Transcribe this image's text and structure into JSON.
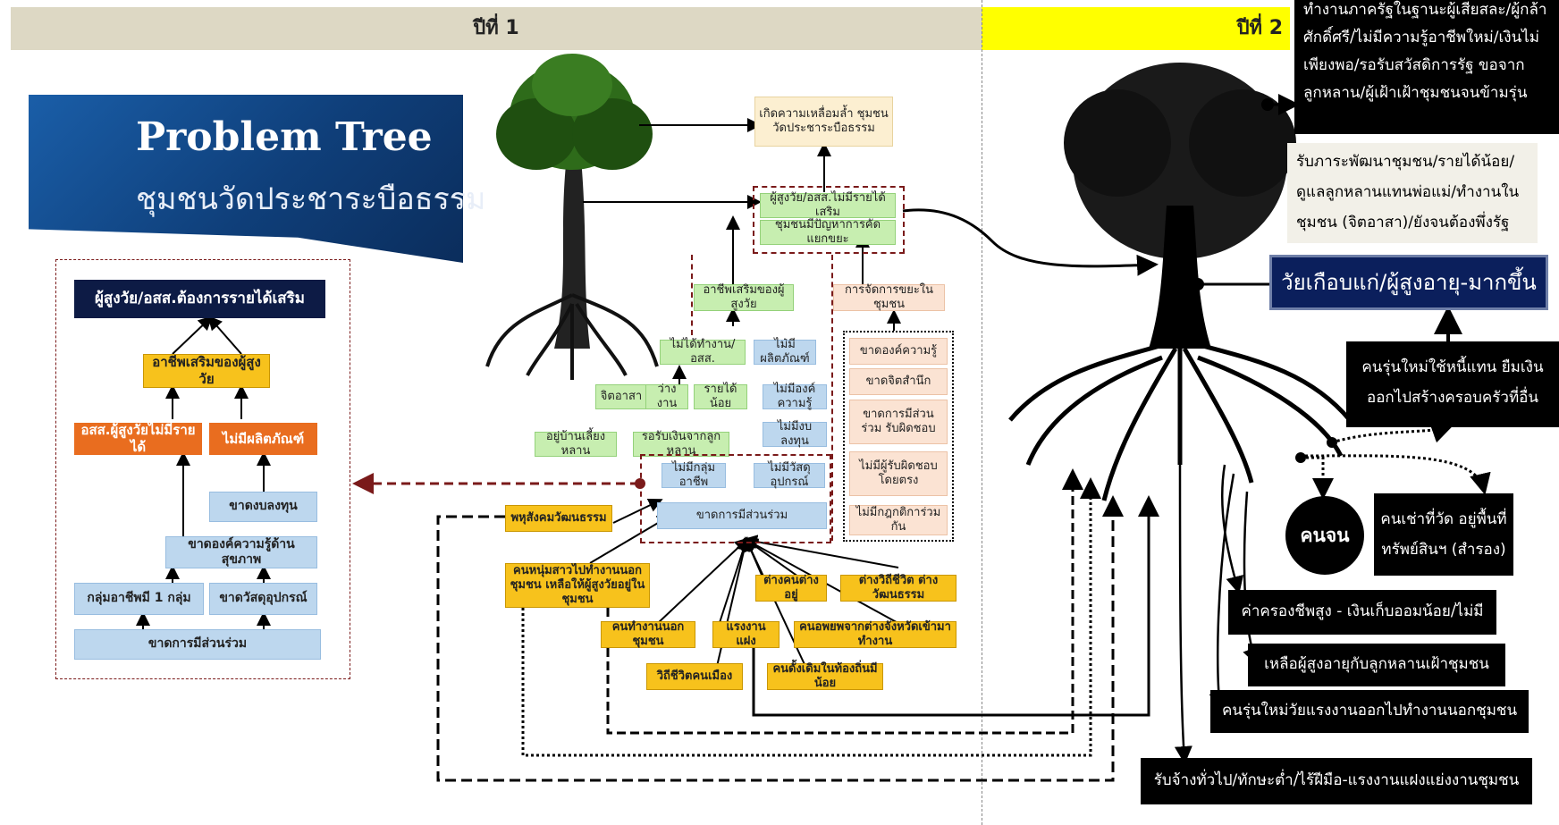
{
  "header": {
    "year1": "ปีที่ 1",
    "year2": "ปีที่ 2"
  },
  "title": {
    "main": "Problem Tree",
    "sub": "ชุมชนวัดประชาระบือธรรม"
  },
  "left_panel": {
    "top": "ผู้สูงวัย/อสส.ต้องการรายได้เสริม",
    "occupation": "อาชีพเสริมของผู้สูงวัย",
    "no_income": "อสส.ผู้สูงวัยไม่มีรายได้",
    "no_products": "ไม่มีผลิตภัณฑ์",
    "no_capital": "ขาดงบลงทุน",
    "no_health_knowledge": "ขาดองค์ความรู้ด้านสุขภาพ",
    "one_group": "กลุ่มอาชีพมี 1 กลุ่ม",
    "no_equipment": "ขาดวัสดุอุปกรณ์",
    "no_participation": "ขาดการมีส่วนร่วม"
  },
  "middle": {
    "inequality": "เกิดความเหลื่อมล้ำ ชุมชนวัดประชาระบือธรรม",
    "elderly_no_income": "ผู้สูงวัย/อสส.ไม่มีรายได้เสริม",
    "waste_problem": "ชุมชนมีปัญหาการคัดแยกขยะ",
    "elderly_occupation": "อาชีพเสริมของผู้สูงวัย",
    "waste_management": "การจัดการขยะในชุมชน",
    "not_working": "ไม่ได้ทำงาน/อสส.",
    "no_product": "ไม่มีผลิตภัณฑ์",
    "volunteer": "จิตอาสา",
    "unemployed": "ว่างงาน",
    "low_income": "รายได้น้อย",
    "no_knowledge": "ไม่มีองค์ความรู้",
    "no_funds": "ไม่มีงบลงทุน",
    "stay_home": "อยู่บ้านเลี้ยงหลาน",
    "wait_money": "รอรับเงินจากลูกหลาน",
    "no_career_group": "ไม่มีกลุ่มอาชีพ",
    "no_material": "ไม่มีวัสดุอุปกรณ์",
    "lack_participation": "ขาดการมีส่วนร่วม",
    "lack_knowledge": "ขาดองค์ความรู้",
    "lack_awareness": "ขาดจิตสำนึก",
    "lack_responsibility": "ขาดการมีส่วนร่วม รับผิดชอบ",
    "no_direct_owner": "ไม่มีผู้รับผิดชอบ โดยตรง",
    "no_rules": "ไม่มีกฎกติการ่วมกัน",
    "diverse_culture": "พหุสังคมวัฒนธรรม",
    "youth_leave": "คนหนุ่มสาวไปทำงานนอกชุมชน เหลือให้ผู้สูงวัยอยู่ในชุมชน",
    "outsiders": "ต่างคนต่างอยู่",
    "different_lifestyle": "ต่างวิถีชีวิต ต่างวัฒนธรรม",
    "work_outside": "คนทำงานนอกชุมชน",
    "labor_compete": "แรงงานแฝง",
    "migrants": "คนอพยพจากต่างจังหวัดเข้ามาทำงาน",
    "urban_life": "วิถีชีวิตคนเมือง",
    "few_locals": "คนดั้งเดิมในท้องถิ่นมีน้อย"
  },
  "right": {
    "top_text": "ทำงานภาครัฐในฐานะผู้เสียสละ/ผู้กล้าศักดิ์ศรี/ไม่มีความรู้อาชีพใหม่/เงินไม่เพียงพอ/รอรับสวัสดิการรัฐ ขอจากลูกหลาน/ผู้เฝ้าเฝ้าชุมชนจนข้ามรุ่น",
    "top_lines": [
      "ทำงานภาครัฐในฐานะผู้เสียสละ/ผู้กล้า",
      "ศักดิ์ศรี/ไม่มีความรู้อาชีพใหม่/เงินไม่",
      "เพียงพอ/รอรับสวัสดิการรัฐ ขอจาก",
      "ลูกหลาน/ผู้เฝ้าเฝ้าชุมชนจนข้ามรุ่น"
    ],
    "burden_lines": [
      "รับภาระพัฒนาชุมชน/รายได้น้อย/",
      "ดูแลลูกหลานแทนพ่อแม่/ทำงานใน",
      "ชุมชน (จิตอาสา)/ยังจนต้องพึ่งรัฐ"
    ],
    "aging": "วัยเกือบแก่/ผู้สูงอายุ-มากขึ้น",
    "young_debt": [
      "คนรุ่นใหม่ใช้หนี้แทน ยืมเงิน",
      "ออกไปสร้างครอบครัวที่อื่น"
    ],
    "poor": "คนจน",
    "renters": [
      "คนเช่าที่วัด อยู่พื้นที่",
      "ทรัพย์สินฯ (สำรอง)"
    ],
    "high_cost": "ค่าครองชีพสูง - เงินเก็บออมน้อย/ไม่มี",
    "elderly_left": "เหลือผู้สูงอายุกับลูกหลานเฝ้าชุมชน",
    "youth_outside": "คนรุ่นใหม่วัยแรงงานออกไปทำงานนอกชุมชน",
    "general_labor": "รับจ้างทั่วไป/ทักษะต่ำ/ไร้ฝีมือ-แรงงานแฝงแย่งงานชุมชน"
  },
  "colors": {
    "navy": "#0d1b45",
    "yellow": "#f7c21c",
    "orange": "#e96d1f",
    "light_blue": "#bdd7ee",
    "light_green": "#c7eeb0",
    "peach": "#fbe3d3",
    "year2_bar": "#ffff00",
    "dashed_red": "#7a1a1a"
  }
}
